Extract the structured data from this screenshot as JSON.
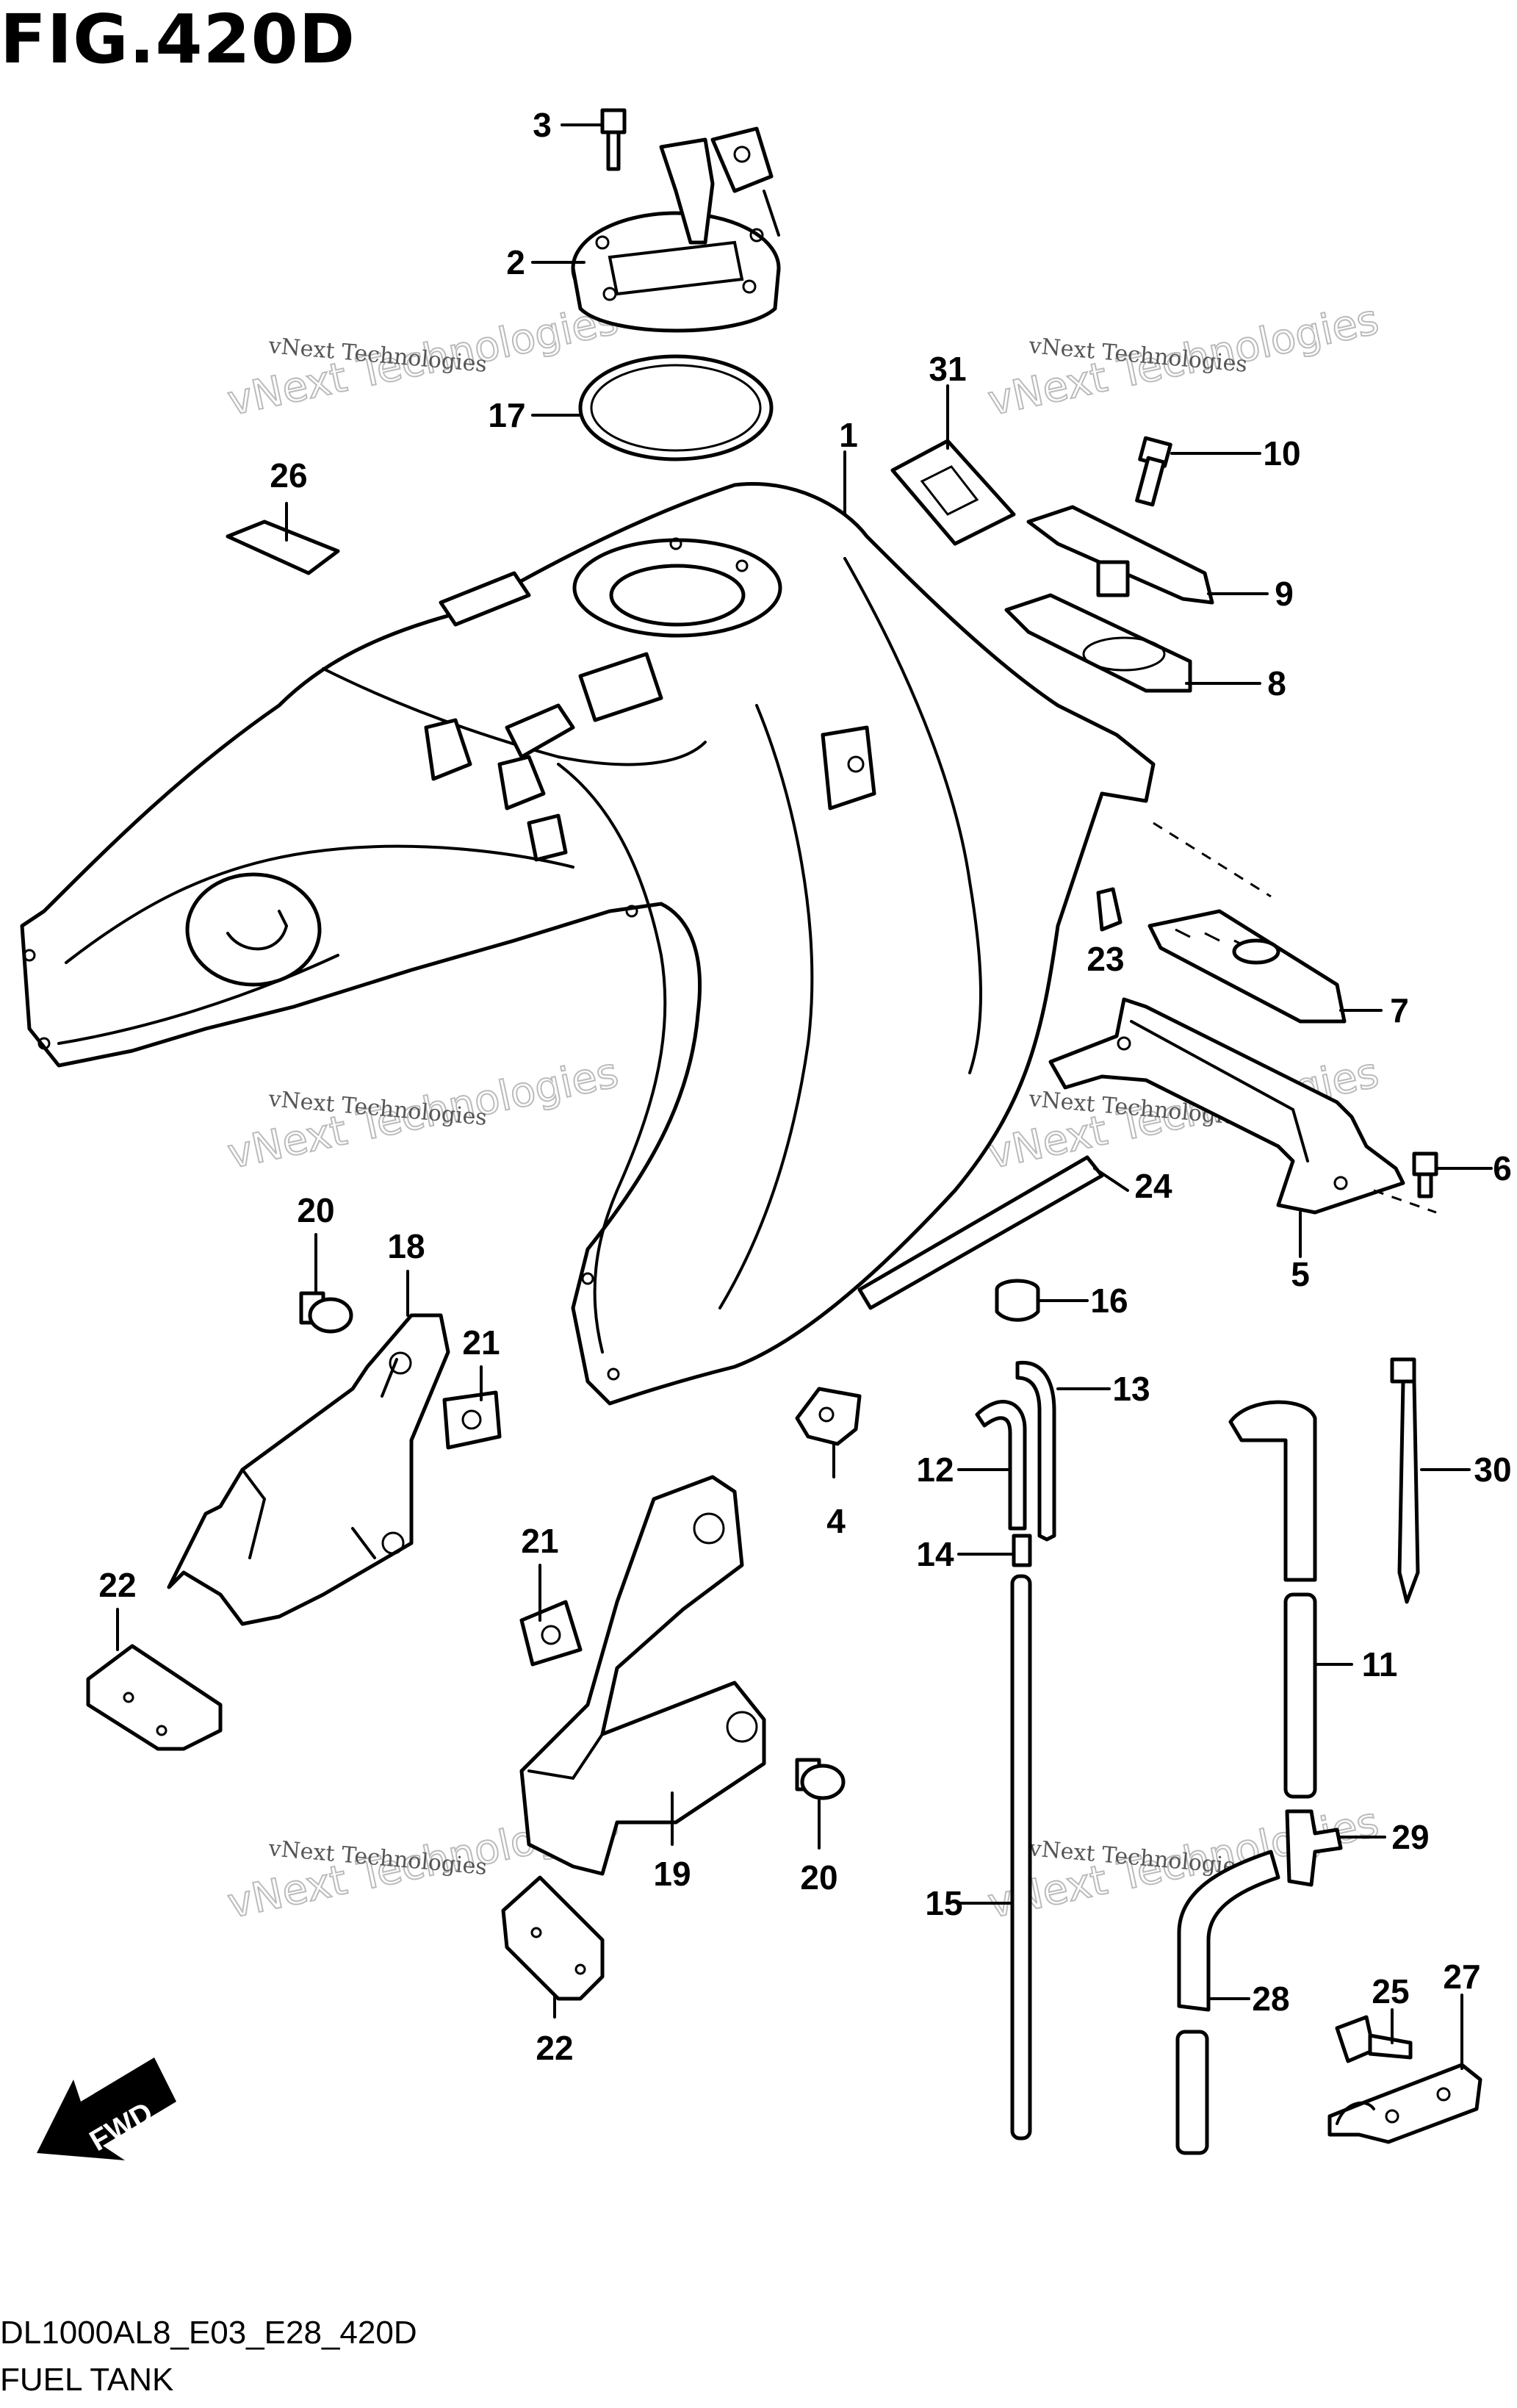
{
  "figure": {
    "title": "FIG.420D",
    "model_code": "DL1000AL8_E03_E28_420D",
    "name": "FUEL TANK"
  },
  "watermark": {
    "line1": "vNext Technologies",
    "line2": "vNext Technologies"
  },
  "forward_indicator": {
    "label": "FWD"
  },
  "callouts": [
    {
      "id": "c1",
      "label": "1"
    },
    {
      "id": "c2",
      "label": "2"
    },
    {
      "id": "c3",
      "label": "3"
    },
    {
      "id": "c4",
      "label": "4"
    },
    {
      "id": "c5",
      "label": "5"
    },
    {
      "id": "c6",
      "label": "6"
    },
    {
      "id": "c7",
      "label": "7"
    },
    {
      "id": "c8",
      "label": "8"
    },
    {
      "id": "c9",
      "label": "9"
    },
    {
      "id": "c10",
      "label": "10"
    },
    {
      "id": "c11",
      "label": "11"
    },
    {
      "id": "c12",
      "label": "12"
    },
    {
      "id": "c13",
      "label": "13"
    },
    {
      "id": "c14",
      "label": "14"
    },
    {
      "id": "c15",
      "label": "15"
    },
    {
      "id": "c16",
      "label": "16"
    },
    {
      "id": "c17",
      "label": "17"
    },
    {
      "id": "c18",
      "label": "18"
    },
    {
      "id": "c19",
      "label": "19"
    },
    {
      "id": "c20a",
      "label": "20"
    },
    {
      "id": "c20b",
      "label": "20"
    },
    {
      "id": "c21a",
      "label": "21"
    },
    {
      "id": "c21b",
      "label": "21"
    },
    {
      "id": "c22a",
      "label": "22"
    },
    {
      "id": "c22b",
      "label": "22"
    },
    {
      "id": "c23",
      "label": "23"
    },
    {
      "id": "c24",
      "label": "24"
    },
    {
      "id": "c25",
      "label": "25"
    },
    {
      "id": "c26",
      "label": "26"
    },
    {
      "id": "c27",
      "label": "27"
    },
    {
      "id": "c28",
      "label": "28"
    },
    {
      "id": "c29",
      "label": "29"
    },
    {
      "id": "c30",
      "label": "30"
    },
    {
      "id": "c31",
      "label": "31"
    }
  ]
}
